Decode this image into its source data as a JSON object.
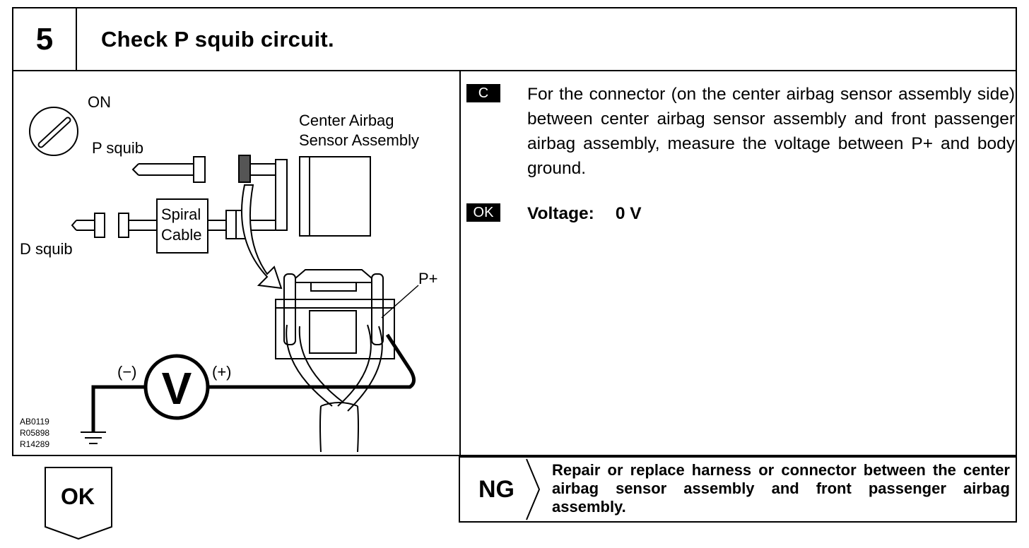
{
  "step": {
    "number": "5",
    "title": "Check P squib circuit."
  },
  "diagram": {
    "labels": {
      "on": "ON",
      "p_squib": "P squib",
      "center_airbag_line1": "Center Airbag",
      "center_airbag_line2": "Sensor Assembly",
      "spiral_line1": "Spiral",
      "spiral_line2": "Cable",
      "d_squib": "D squib",
      "p_plus": "P+",
      "minus": "(−)",
      "plus": "(+)",
      "volt": "V"
    },
    "codes": [
      "AB0119",
      "R05898",
      "R14289"
    ]
  },
  "instruction": {
    "badge": "C",
    "text": "For the connector (on the center airbag sensor assembly side) between center airbag sensor assembly and front passenger airbag assembly, measure the voltage between P+ and body ground."
  },
  "spec": {
    "badge": "OK",
    "label": "Voltage:",
    "value": "0 V"
  },
  "ng": {
    "label": "NG",
    "text": "Repair or replace harness or connector between the center airbag sensor assembly and front passenger airbag assembly."
  },
  "ok_next": {
    "label": "OK"
  }
}
